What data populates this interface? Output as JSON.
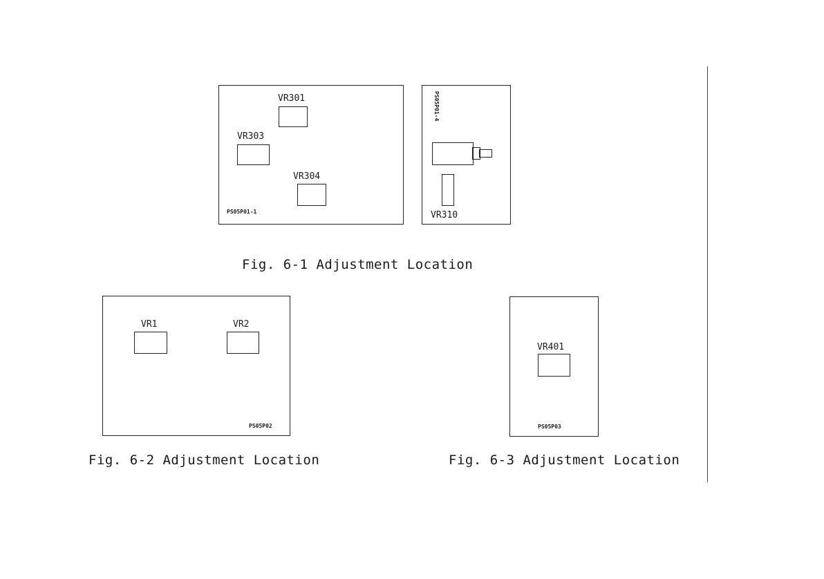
{
  "fig1": {
    "caption": "Fig. 6-1 Adjustment Location",
    "board_a": {
      "id": "PS05P01-1",
      "components": {
        "vr301": "VR301",
        "vr303": "VR303",
        "vr304": "VR304"
      }
    },
    "board_b": {
      "id": "PS05P01-4",
      "components": {
        "vr310": "VR310"
      }
    }
  },
  "fig2": {
    "caption": "Fig. 6-2 Adjustment Location",
    "board": {
      "id": "PS05P02",
      "components": {
        "vr1": "VR1",
        "vr2": "VR2"
      }
    }
  },
  "fig3": {
    "caption": "Fig. 6-3 Adjustment Location",
    "board": {
      "id": "PS05P03",
      "components": {
        "vr401": "VR401"
      }
    }
  }
}
